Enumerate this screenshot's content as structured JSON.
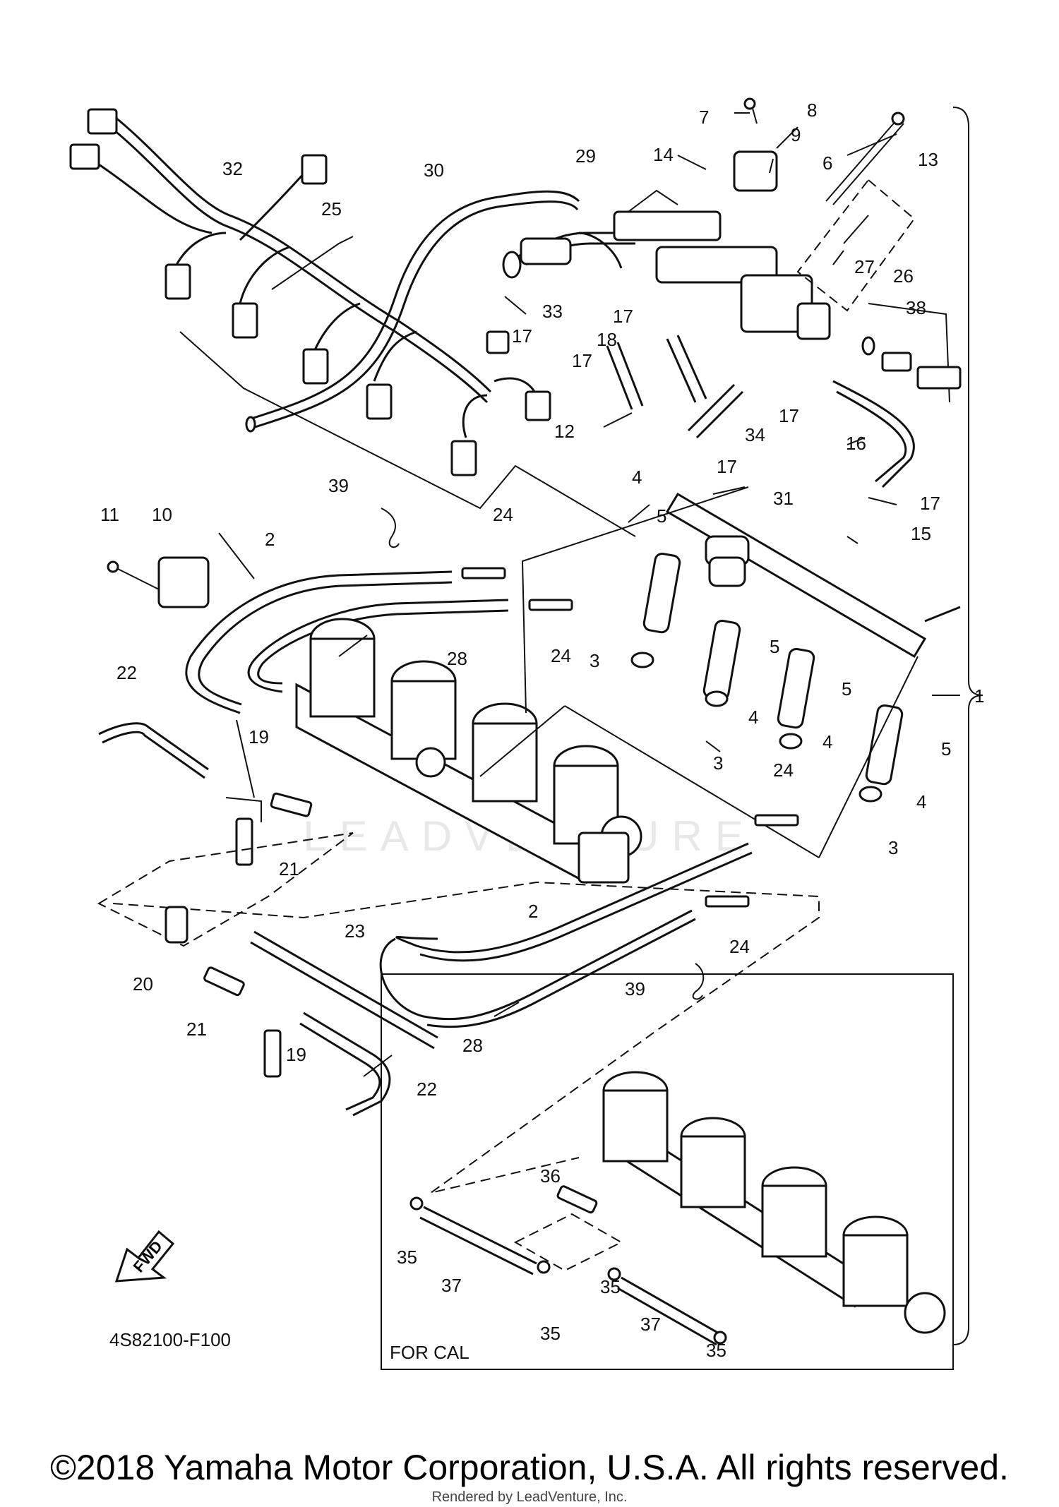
{
  "diagram": {
    "code": "4S82100-F100",
    "fwd_label": "FWD",
    "inset_label": "FOR CAL",
    "watermark": "LEADVENTURE",
    "callouts": {
      "c1": "1",
      "c2a": "2",
      "c2b": "2",
      "c3a": "3",
      "c3b": "3",
      "c3c": "3",
      "c4a": "4",
      "c4b": "4",
      "c4c": "4",
      "c4d": "4",
      "c5a": "5",
      "c5b": "5",
      "c5c": "5",
      "c5d": "5",
      "c6": "6",
      "c7": "7",
      "c8": "8",
      "c9": "9",
      "c10": "10",
      "c11": "11",
      "c12": "12",
      "c13": "13",
      "c14": "14",
      "c15": "15",
      "c16": "16",
      "c17a": "17",
      "c17b": "17",
      "c17c": "17",
      "c17d": "17",
      "c17e": "17",
      "c17f": "17",
      "c18": "18",
      "c19a": "19",
      "c19b": "19",
      "c20": "20",
      "c21a": "21",
      "c21b": "21",
      "c22a": "22",
      "c22b": "22",
      "c23": "23",
      "c24a": "24",
      "c24b": "24",
      "c24c": "24",
      "c24d": "24",
      "c25": "25",
      "c26": "26",
      "c27": "27",
      "c28a": "28",
      "c28b": "28",
      "c29": "29",
      "c30": "30",
      "c31": "31",
      "c32": "32",
      "c33": "33",
      "c34": "34",
      "c35a": "35",
      "c35b": "35",
      "c35c": "35",
      "c35d": "35",
      "c36": "36",
      "c37a": "37",
      "c37b": "37",
      "c38": "38",
      "c39a": "39",
      "c39b": "39"
    }
  },
  "footer": {
    "copyright": "©2018 Yamaha Motor Corporation, U.S.A. All rights reserved.",
    "rendered_by": "Rendered by LeadVenture, Inc."
  }
}
